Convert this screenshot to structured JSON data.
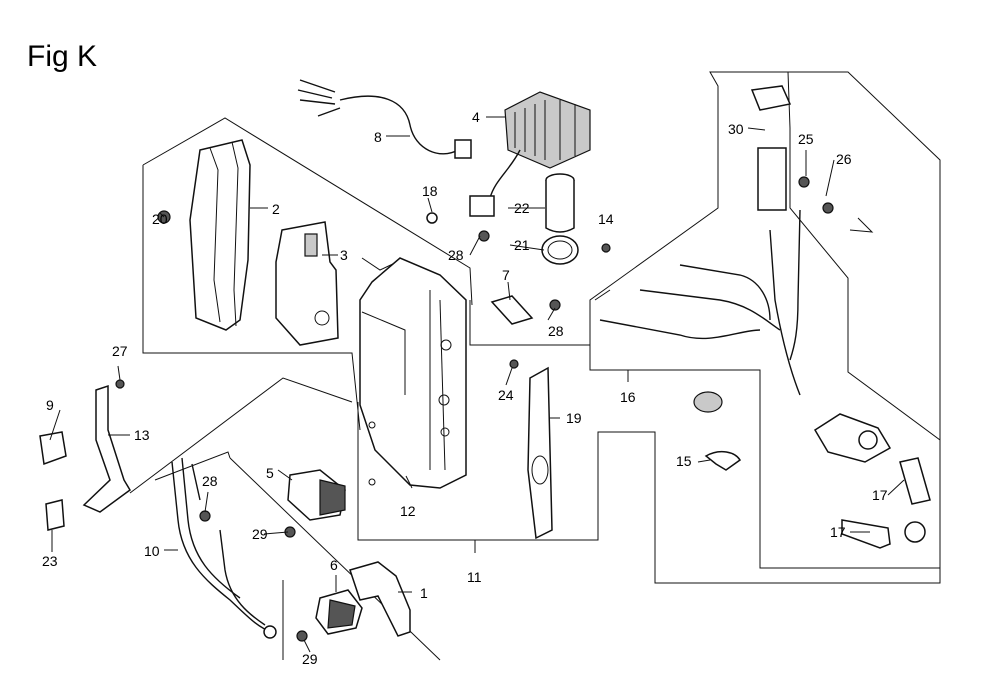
{
  "title": "Fig K",
  "callouts": {
    "p1": "1",
    "p2": "2",
    "p3": "3",
    "p4": "4",
    "p5": "5",
    "p6": "6",
    "p7": "7",
    "p8": "8",
    "p9": "9",
    "p10": "10",
    "p11": "11",
    "p12": "12",
    "p13": "13",
    "p14": "14",
    "p15": "15",
    "p16": "16",
    "p17a": "17",
    "p17b": "17",
    "p18": "18",
    "p19": "19",
    "p20": "20",
    "p21": "21",
    "p22": "22",
    "p23": "23",
    "p24": "24",
    "p25": "25",
    "p26": "26",
    "p27": "27",
    "p28a": "28",
    "p28b": "28",
    "p28c": "28",
    "p29a": "29",
    "p29b": "29",
    "p30": "30"
  }
}
